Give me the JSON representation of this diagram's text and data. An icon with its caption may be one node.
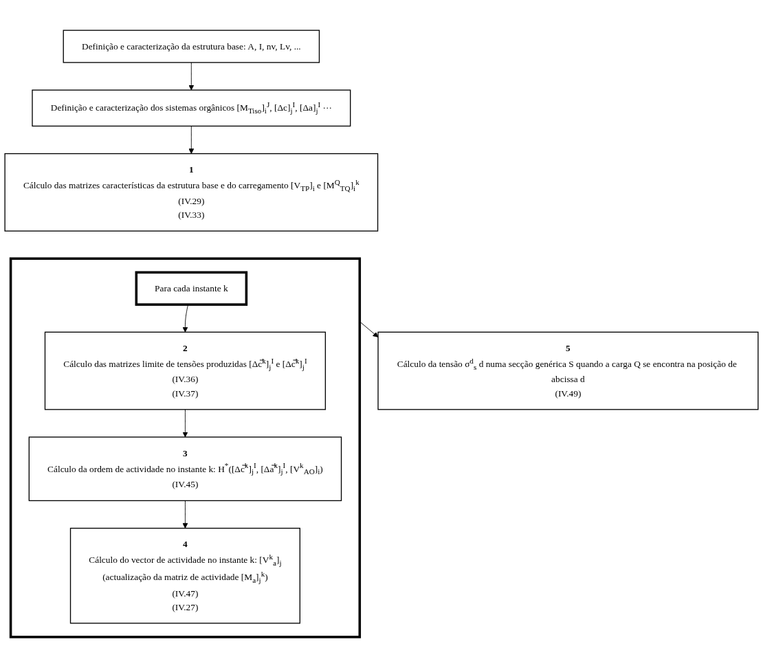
{
  "diagram": {
    "nodes": [
      {
        "text": [
          "Definição e caracterização da estrutura base: A, I, nv, Lv, ..."
        ]
      },
      {
        "text": [
          "Definição e caracterização dos sistemas orgânicos [M$_{Tiso}$]$_{i}$$^{J}$, [Δc]$_{j}$$^{I}$, [Δa]$_{j}$$^{I}$ ···"
        ]
      },
      {
        "text": [
          "1",
          "Cálculo das matrizes características da estrutura base e do carregamento [V$_{TP}$]$_{i}$ e [M$^{Q}$$_{TQ}$]$_{i}$$^{k}$",
          "(IV.29)",
          "(IV.33)"
        ]
      },
      {
        "text": [],
        "shape": "box"
      },
      {
        "text": [
          "Para cada instante k"
        ],
        "in": 3
      },
      {
        "text": [
          "2",
          "Cálculo das matrizes limite de tensões produzidas [Δc̿$^{k}$]$_{j}$$^{I}$ e [Δc̿$^{k}$]$_{j}$$^{I}$",
          "(IV.36)",
          "(IV.37)"
        ],
        "in": 3
      },
      {
        "text": [
          "3",
          "Cálculo da ordem de actividade no instante k: H$^{*}$([Δc̿$^{k}$]$_{j}$$^{I}$, [Δa̿$^{k}$]$_{j}$$^{I}$, [V$^{k}$$_{AO}$]$_{i}$)",
          "(IV.45)"
        ],
        "in": 3
      },
      {
        "text": [
          "4",
          "Cálculo do vector de actividade no instante k: [V$^{k}$$_{a}$]$_{j}$",
          "(actualização da matriz de actividade [M$_{a}$]$_{j}$$^{k}$)",
          "(IV.47)",
          "(IV.27)"
        ],
        "in": 3
      },
      {
        "text": [
          "5",
          "Cálculo da tensão σ$^{d}$$_{s}$ d numa secção genérica S quando a carga Q se encontra na posição de abcissa d",
          "(IV.49)"
        ]
      }
    ],
    "edges": [
      {
        "from": 0,
        "to": 1,
        "arrow": "to"
      },
      {
        "from": 1,
        "to": 2,
        "arrow": "to"
      },
      {
        "from": 4,
        "to": 5,
        "arrow": "to"
      },
      {
        "from": 5,
        "to": 6,
        "arrow": "to"
      },
      {
        "from": 6,
        "to": 7,
        "arrow": "to"
      },
      {
        "from": 3,
        "to": 8,
        "arrow": "to"
      }
    ]
  }
}
